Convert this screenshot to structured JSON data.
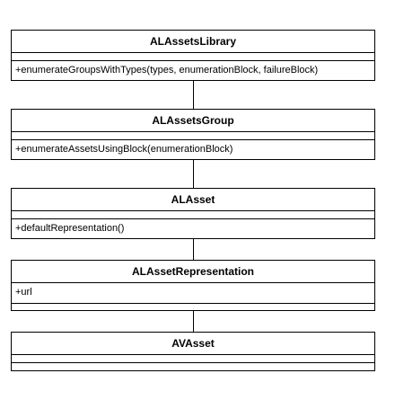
{
  "classes": [
    {
      "name": "ALAssetsLibrary",
      "attributes": [],
      "methods": [
        "+enumerateGroupsWithTypes(types, enumerationBlock, failureBlock)"
      ]
    },
    {
      "name": "ALAssetsGroup",
      "attributes": [],
      "methods": [
        "+enumerateAssetsUsingBlock(enumerationBlock)"
      ]
    },
    {
      "name": "ALAsset",
      "attributes": [],
      "methods": [
        "+defaultRepresentation()"
      ]
    },
    {
      "name": "ALAssetRepresentation",
      "attributes": [
        "+url"
      ],
      "methods": []
    },
    {
      "name": "AVAsset",
      "attributes": [],
      "methods": []
    }
  ]
}
